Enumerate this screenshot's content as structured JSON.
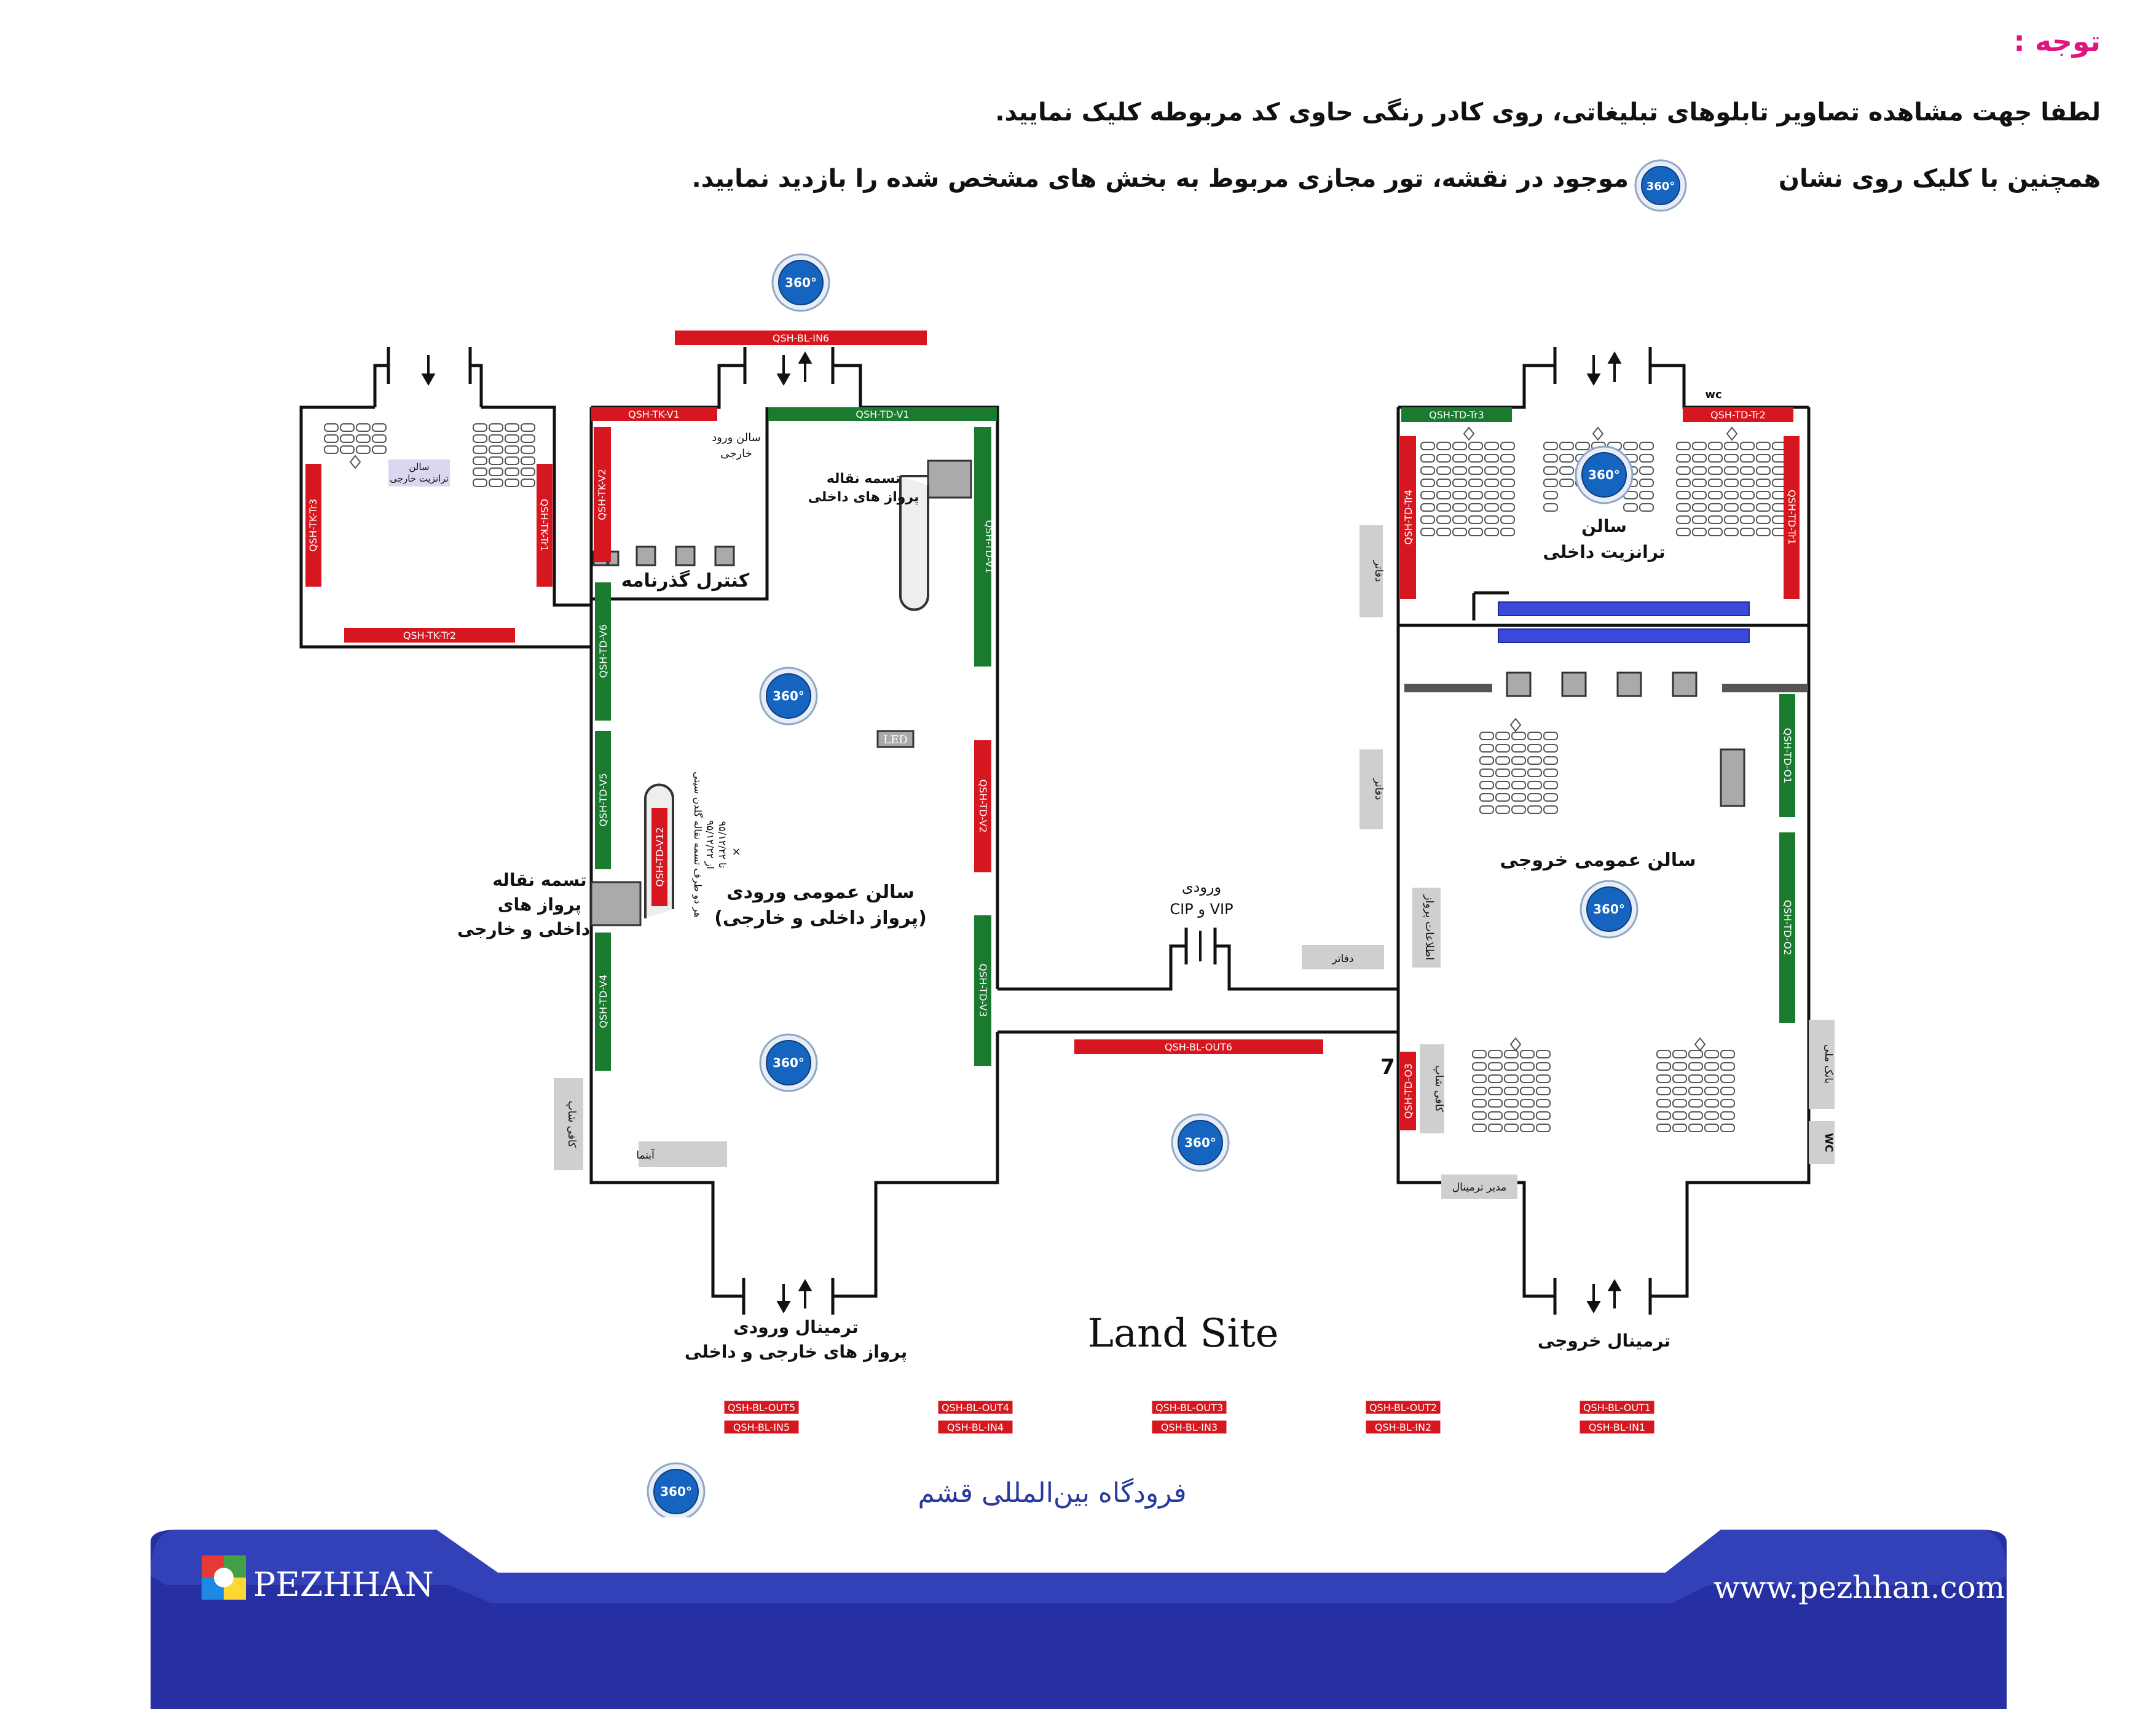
{
  "header": {
    "notice_title": "توجه :",
    "line1": "لطفا جهت مشاهده تصاویر تابلوهای تبلیغاتی، روی کادر رنگی حاوی کد مربوطه کلیک نمایید.",
    "line2_before": "همچنین با کلیک روی نشان",
    "line2_after": "موجود در نقشه، تور مجازی مربوط به بخش های مشخص شده را بازدید نمایید."
  },
  "badge_label": "360°",
  "colors": {
    "red": "#d7171f",
    "green": "#1a7a2e",
    "wall": "#111111",
    "blue": "#3949d8",
    "footer": "#2730a3",
    "grey": "#c9c9c9"
  },
  "boards": {
    "bl_in6": "QSH-BL-IN6",
    "tk_v1": "QSH-TK-V1",
    "td_v1_top": "QSH-TD-V1",
    "td_v1_side": "QSH-TD-V1",
    "tk_v2": "QSH-TK-V2",
    "tk_tr1": "QSH-TK-Tr1",
    "tk_tr3": "QSH-TK-Tr3",
    "tk_tr2": "QSH-TK-Tr2",
    "td_v6": "QSH-TD-V6",
    "td_v5": "QSH-TD-V5",
    "td_v12": "QSH-TD-V12",
    "td_v4": "QSH-TD-V4",
    "td_v2": "QSH-TD-V2",
    "td_v3": "QSH-TD-V3",
    "bl_out6": "QSH-BL-OUT6",
    "td_tr3": "QSH-TD-Tr3",
    "td_tr2": "QSH-TD-Tr2",
    "td_tr4": "QSH-TD-Tr4",
    "td_tr1": "QSH-TD-Tr1",
    "td_o1": "QSH-TD-O1",
    "td_o2": "QSH-TD-O2",
    "td_o3": "QSH-TD-O3",
    "out5": "QSH-BL-OUT5",
    "in5": "QSH-BL-IN5",
    "out4": "QSH-BL-OUT4",
    "in4": "QSH-BL-IN4",
    "out3": "QSH-BL-OUT3",
    "in3": "QSH-BL-IN3",
    "out2": "QSH-BL-OUT2",
    "in2": "QSH-BL-IN2",
    "out1": "QSH-BL-OUT1",
    "in1": "QSH-BL-IN1"
  },
  "labels": {
    "transit_foreign_1": "سالن",
    "transit_foreign_2": "ترانزیت خارجی",
    "entry_foreign_1": "سالن ورود",
    "entry_foreign_2": "خارجی",
    "belt_domestic_1": "تسمه نقاله",
    "belt_domestic_2": "پرواز های داخلی",
    "passport_control": "کنترل گذرنامه",
    "led": "LED",
    "belt_both_1": "تسمه نقاله",
    "belt_both_2": "پرواز های",
    "belt_both_3": "داخلی و خارجی",
    "note_1": "هر دو طرف تسمه نقاله گلدن سیتی",
    "note_2": "از ۹۵/۱۲/۲۲",
    "note_3": "تا ۹۵/۱۲/۲۲",
    "note_x": "×",
    "arrival_hall_1": "سالن عمومی ورودی",
    "arrival_hall_2": "(پرواز داخلی و خارجی)",
    "coffee_1": "کافی شاپ",
    "abtin": "آبتما",
    "arrival_terminal_1": "ترمینال ورودی",
    "arrival_terminal_2": "پرواز های خارجی و داخلی",
    "cip_1": "ورودی",
    "cip_2": "CIP و VIP",
    "offices_bottom": "دفاتر",
    "land_site": "Land Site",
    "wc_top": "wc",
    "transit_domestic_1": "سالن",
    "transit_domestic_2": "ترانزیت داخلی",
    "offices_1": "دفاتر",
    "offices_2": "دفاتر",
    "flight_info": "اطلاعات پرواز",
    "departure_hall": "سالن عمومی خروجی",
    "number7": "7",
    "coffee_2": "کافی شاپ",
    "terminal_manager": "مدیر ترمینال",
    "bank_melli": "بانک ملی",
    "wc_side": "WC",
    "departure_terminal": "ترمینال خروجی",
    "airport_name": "فرودگاه بین‌المللی قشم"
  },
  "footer": {
    "brand": "PEZHHAN",
    "url": "www.pezhhan.com"
  }
}
